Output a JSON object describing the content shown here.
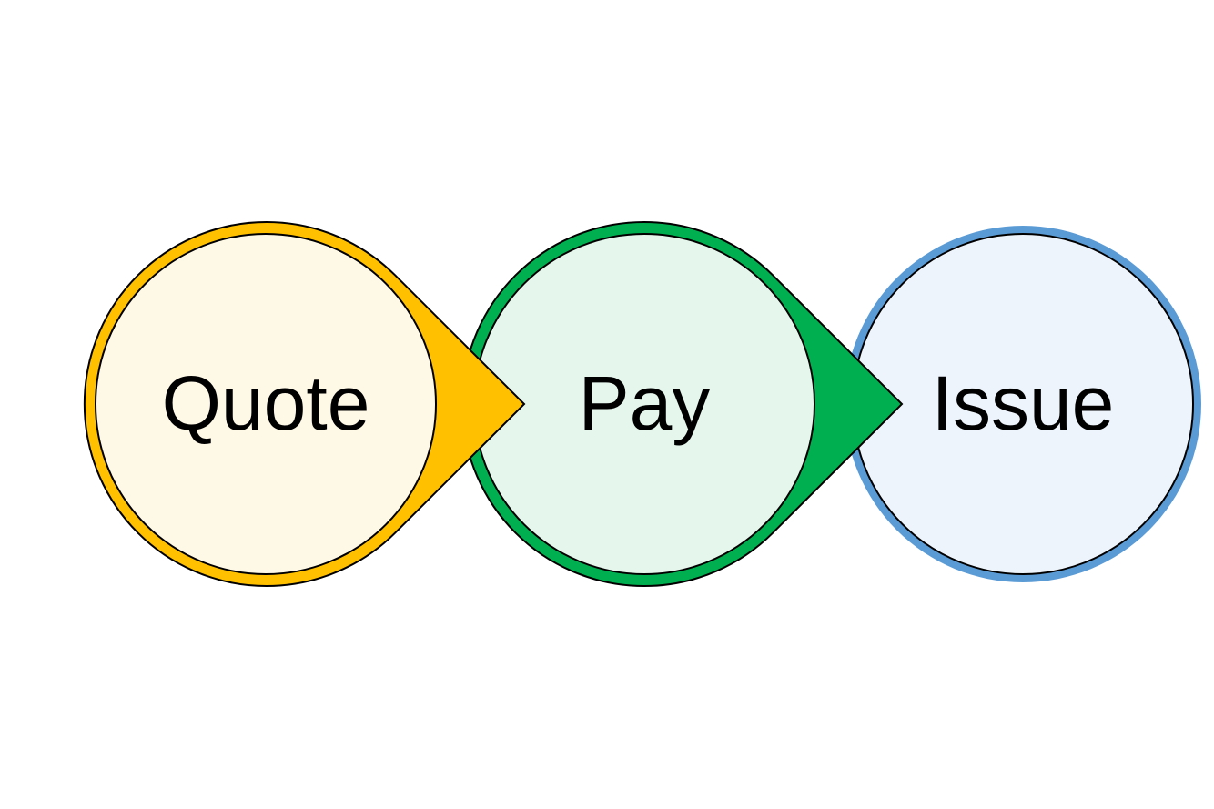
{
  "diagram": {
    "type": "process-flow",
    "steps": [
      {
        "id": "quote",
        "label": "Quote",
        "ring_color": "#FFC000",
        "fill_color": "#FEF8E6",
        "has_pointer": true
      },
      {
        "id": "pay",
        "label": "Pay",
        "ring_color": "#00B050",
        "fill_color": "#E5F6EC",
        "has_pointer": true
      },
      {
        "id": "issue",
        "label": "Issue",
        "ring_color": "#5B9BD5",
        "fill_color": "#EEF4FB",
        "has_pointer": false
      }
    ],
    "outline_color": "#000000",
    "background_color": "#FFFFFF"
  }
}
